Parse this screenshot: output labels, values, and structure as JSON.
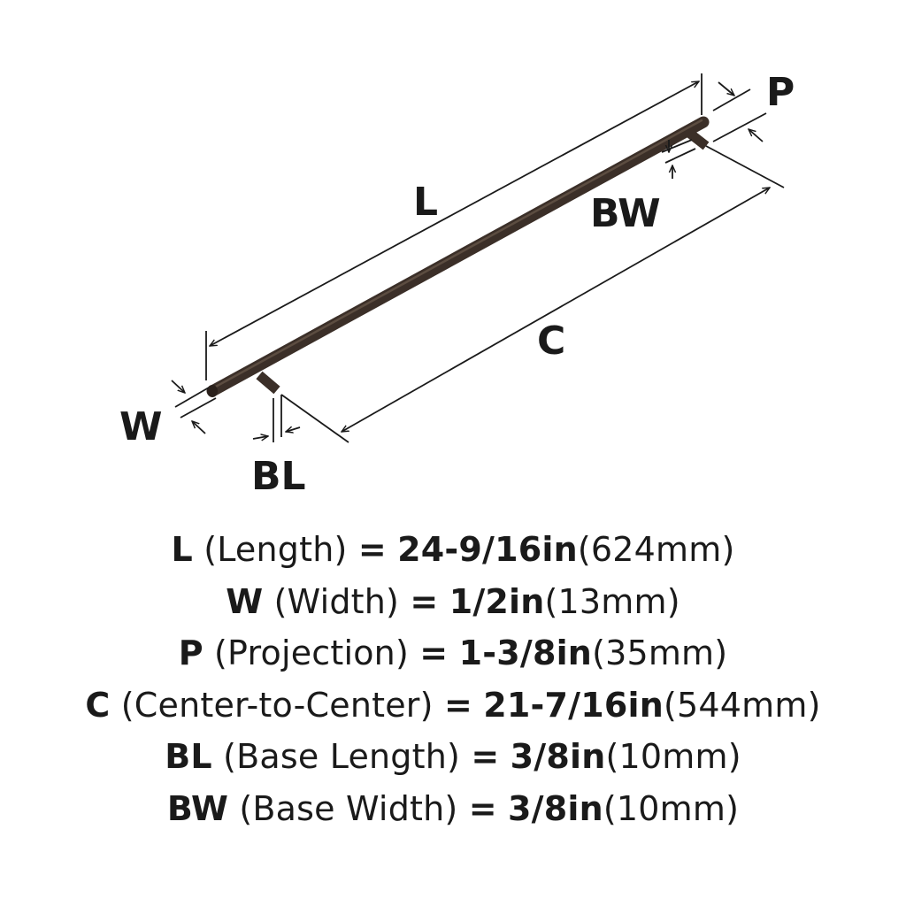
{
  "labels": {
    "length": "L",
    "width": "W",
    "projection": "P",
    "center": "C",
    "base_length": "BL",
    "base_width": "BW"
  },
  "specs": [
    {
      "code": "L",
      "desc": "(Length)",
      "equals": "=",
      "imperial": "24-9/16in",
      "metric": "(624mm)"
    },
    {
      "code": "W",
      "desc": "(Width)",
      "equals": "=",
      "imperial": "1/2in",
      "metric": "(13mm)"
    },
    {
      "code": "P",
      "desc": "(Projection)",
      "equals": "=",
      "imperial": "1-3/8in",
      "metric": "(35mm)"
    },
    {
      "code": "C",
      "desc": "(Center-to-Center)",
      "equals": "=",
      "imperial": "21-7/16in",
      "metric": "(544mm)"
    },
    {
      "code": "BL",
      "desc": "(Base Length)",
      "equals": "=",
      "imperial": "3/8in",
      "metric": "(10mm)"
    },
    {
      "code": "BW",
      "desc": "(Base Width)",
      "equals": "=",
      "imperial": "3/8in",
      "metric": "(10mm)"
    }
  ],
  "colors": {
    "ink": "#1a1a1a",
    "bar": "#3b2f28",
    "bar_highlight": "#6b5a4c"
  }
}
